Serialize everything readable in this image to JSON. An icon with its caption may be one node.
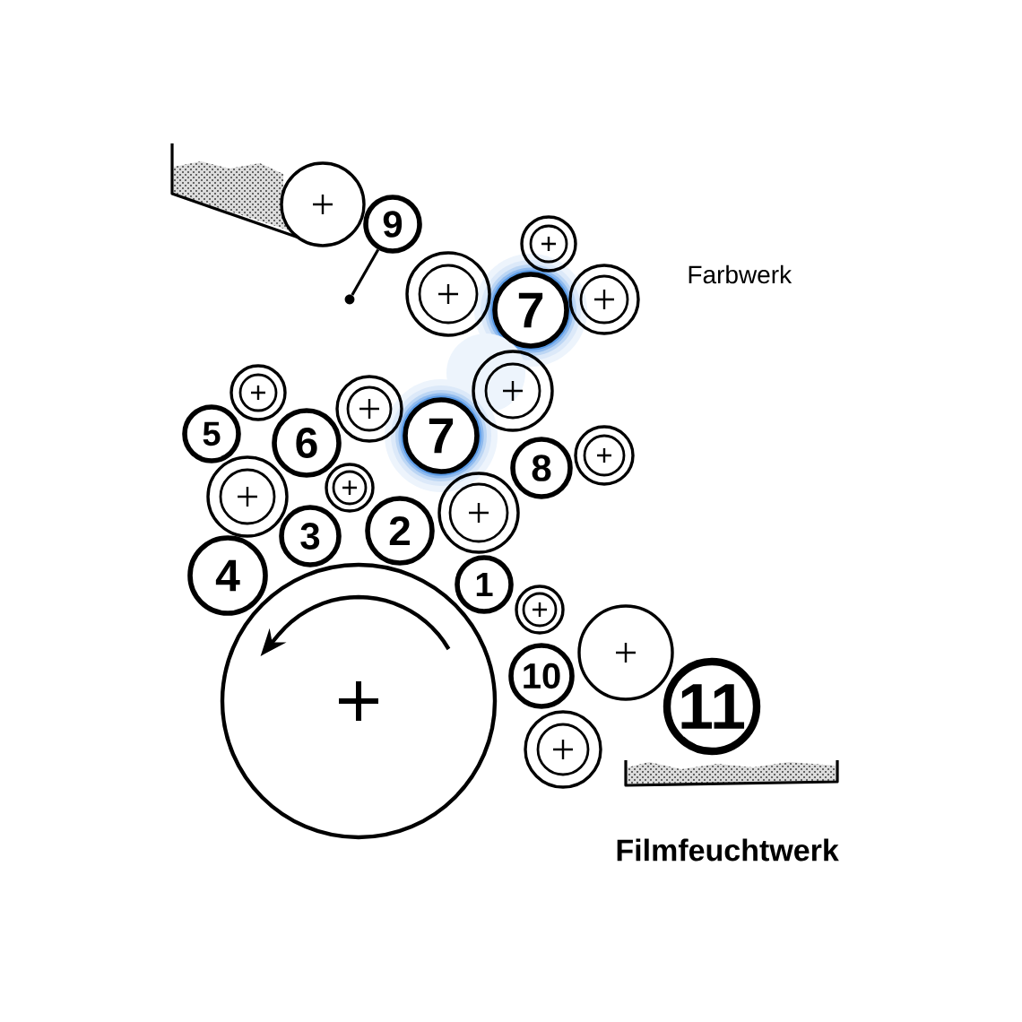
{
  "diagram": {
    "nodes": [
      {
        "text": [],
        "shape": "circle"
      },
      {
        "text": [
          "9"
        ]
      },
      {
        "text": [],
        "shape": "circle"
      },
      {
        "text": [],
        "shape": "circle"
      },
      {
        "text": [],
        "shape": "circle"
      },
      {
        "text": [
          "7"
        ]
      },
      {
        "text": [],
        "shape": "circle"
      },
      {
        "text": [],
        "shape": "circle"
      },
      {
        "text": [],
        "shape": "circle"
      },
      {
        "text": [],
        "shape": "circle"
      },
      {
        "text": [
          "5"
        ]
      },
      {
        "text": [
          "7"
        ]
      },
      {
        "text": [
          "6"
        ]
      },
      {
        "text": [],
        "shape": "circle"
      },
      {
        "text": [
          "8"
        ]
      },
      {
        "text": [],
        "shape": "circle"
      },
      {
        "text": [],
        "shape": "circle"
      },
      {
        "text": [],
        "shape": "circle"
      },
      {
        "text": [
          "2"
        ]
      },
      {
        "text": [
          "3"
        ]
      },
      {
        "text": [
          "4"
        ]
      },
      {
        "text": [
          "1"
        ]
      },
      {
        "text": [],
        "shape": "circle"
      },
      {
        "text": [],
        "shape": "circle"
      },
      {
        "text": [
          "10"
        ]
      },
      {
        "text": [],
        "shape": "circle"
      },
      {
        "text": [
          "11"
        ]
      },
      {
        "text": [],
        "shape": "circle"
      }
    ],
    "edges": [
      {
        "from": 1,
        "to": 2,
        "arrow": "none"
      }
    ],
    "labels": [
      "Farbwerk",
      "Filmfeuchtwerk"
    ]
  }
}
